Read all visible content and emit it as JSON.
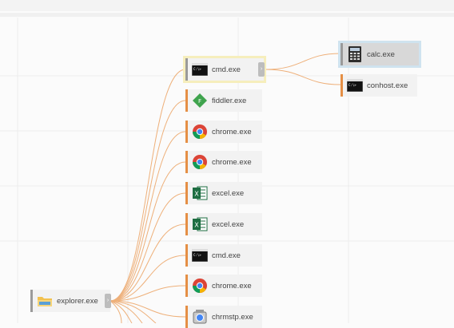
{
  "nodes": {
    "cmd1": {
      "label": "cmd.exe",
      "icon": "cmd-icon"
    },
    "fiddler": {
      "label": "fiddler.exe",
      "icon": "fiddler-icon"
    },
    "chrome1": {
      "label": "chrome.exe",
      "icon": "chrome-icon"
    },
    "chrome2": {
      "label": "chrome.exe",
      "icon": "chrome-icon"
    },
    "excel1": {
      "label": "excel.exe",
      "icon": "excel-icon"
    },
    "excel2": {
      "label": "excel.exe",
      "icon": "excel-icon"
    },
    "cmd2": {
      "label": "cmd.exe",
      "icon": "cmd-icon"
    },
    "chrome3": {
      "label": "chrome.exe",
      "icon": "chrome-icon"
    },
    "chrmstp": {
      "label": "chrmstp.exe",
      "icon": "installer-icon"
    },
    "calc": {
      "label": "calc.exe",
      "icon": "calculator-icon"
    },
    "conhost": {
      "label": "conhost.exe",
      "icon": "cmd-icon"
    },
    "explorer": {
      "label": "explorer.exe",
      "icon": "folder-icon"
    }
  },
  "colors": {
    "link": "#eeb07a",
    "accent": "#e58f45",
    "highlight_yellow": "#f6eebc",
    "highlight_blue": "#cfe3ef"
  }
}
